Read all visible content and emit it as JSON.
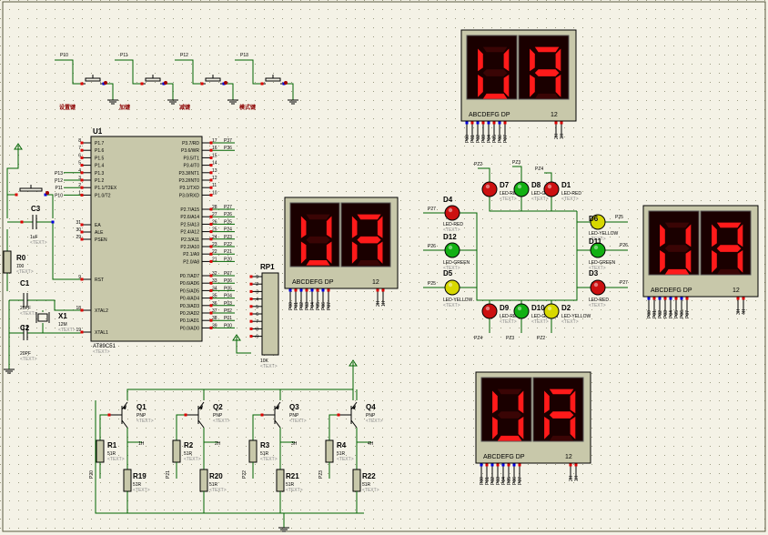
{
  "mcu": {
    "ref": "U1",
    "part": "AT89C51",
    "text": "<TEXT>",
    "left_pins": [
      {
        "num": "8",
        "name": "P1.7"
      },
      {
        "num": "7",
        "name": "P1.6"
      },
      {
        "num": "6",
        "name": "P1.5"
      },
      {
        "num": "5",
        "name": "P1.4"
      },
      {
        "num": "4",
        "name": "P1.3",
        "net": "P13"
      },
      {
        "num": "3",
        "name": "P1.2",
        "net": "P12"
      },
      {
        "num": "2",
        "name": "P1.1/T2EX",
        "net": "P11"
      },
      {
        "num": "1",
        "name": "P1.0/T2",
        "net": "P10"
      }
    ],
    "ctrl_pins": [
      {
        "num": "31",
        "name": "EA"
      },
      {
        "num": "30",
        "name": "ALE"
      },
      {
        "num": "29",
        "name": "PSEN"
      },
      {
        "num": "9",
        "name": "RST"
      },
      {
        "num": "18",
        "name": "XTAL2"
      },
      {
        "num": "19",
        "name": "XTAL1"
      }
    ],
    "right_pins_p3": [
      {
        "num": "17",
        "name": "P3.7/RD",
        "net": "P37"
      },
      {
        "num": "16",
        "name": "P3.6/WR",
        "net": "P36"
      },
      {
        "num": "15",
        "name": "P3.5/T1"
      },
      {
        "num": "14",
        "name": "P3.4/T0"
      },
      {
        "num": "13",
        "name": "P3.3/INT1"
      },
      {
        "num": "12",
        "name": "P3.2/INT0"
      },
      {
        "num": "11",
        "name": "P3.1/TXD"
      },
      {
        "num": "10",
        "name": "P3.0/RXD"
      }
    ],
    "right_pins_p2": [
      {
        "num": "28",
        "name": "P2.7/A15",
        "net": "P27"
      },
      {
        "num": "27",
        "name": "P2.6/A14",
        "net": "P26"
      },
      {
        "num": "26",
        "name": "P2.5/A13",
        "net": "P25"
      },
      {
        "num": "25",
        "name": "P2.4/A12",
        "net": "P24"
      },
      {
        "num": "24",
        "name": "P2.3/A11",
        "net": "P23"
      },
      {
        "num": "23",
        "name": "P2.2/A10",
        "net": "P22"
      },
      {
        "num": "22",
        "name": "P2.1/A9",
        "net": "P21"
      },
      {
        "num": "21",
        "name": "P2.0/A8",
        "net": "P20"
      }
    ],
    "right_pins_p0": [
      {
        "num": "32",
        "name": "P0.7/AD7",
        "net": "P07"
      },
      {
        "num": "33",
        "name": "P0.6/AD6",
        "net": "P06"
      },
      {
        "num": "34",
        "name": "P0.5/AD5",
        "net": "P05"
      },
      {
        "num": "35",
        "name": "P0.4/AD4",
        "net": "P04"
      },
      {
        "num": "36",
        "name": "P0.3/AD3",
        "net": "P03"
      },
      {
        "num": "37",
        "name": "P0.2/AD2",
        "net": "P02"
      },
      {
        "num": "38",
        "name": "P0.1/AD1",
        "net": "P01"
      },
      {
        "num": "39",
        "name": "P0.0/AD0",
        "net": "P00"
      }
    ]
  },
  "buttons": [
    {
      "net": "P10",
      "label": "设置键"
    },
    {
      "net": "P11",
      "label": "加键"
    },
    {
      "net": "P12",
      "label": "减键"
    },
    {
      "net": "P13",
      "label": "模式键"
    }
  ],
  "reset_cap": {
    "ref": "C3",
    "value": "1uF",
    "text": "<TEXT>"
  },
  "reset_res": {
    "ref": "R0",
    "value": "100",
    "text": "<TEXT>"
  },
  "c1": {
    "ref": "C1",
    "value": "20PF",
    "text": "<TEXT>"
  },
  "c2": {
    "ref": "C2",
    "value": "20PF",
    "text": "<TEXT>"
  },
  "crystal": {
    "ref": "X1",
    "value": "12M",
    "text": "<TEXT>"
  },
  "rp1": {
    "ref": "RP1",
    "value": "10K",
    "text": "<TEXT>",
    "pins": [
      "9",
      "2",
      "3",
      "4",
      "5",
      "6",
      "7",
      "8",
      "9"
    ]
  },
  "displays": [
    {
      "id": "top",
      "digits": [
        "U",
        "n"
      ],
      "caption": "ABCDEFG  DP",
      "pins": "12",
      "nets": [
        "P00",
        "P01",
        "P02",
        "P03",
        "P04",
        "P05",
        "P06",
        "P07"
      ],
      "com": [
        "2H",
        "1H"
      ]
    },
    {
      "id": "left",
      "digits": [
        "U",
        "n"
      ],
      "caption": "ABCDEFG  DP",
      "pins": "12",
      "nets": [
        "P00",
        "P01",
        "P02",
        "P03",
        "P04",
        "P05",
        "P06",
        "P07"
      ],
      "com": [
        "2H",
        "1H"
      ]
    },
    {
      "id": "right",
      "digits": [
        "U",
        "n"
      ],
      "caption": "ABCDEFG  DP",
      "pins": "12",
      "nets": [
        "P00",
        "P01",
        "P02",
        "P03",
        "P04",
        "P05",
        "P06",
        "P07"
      ],
      "com": [
        "3H",
        "4H"
      ]
    },
    {
      "id": "bottom",
      "digits": [
        "U",
        "n"
      ],
      "caption": "ABCDEFG  DP",
      "pins": "12",
      "nets": [
        "P00",
        "P01",
        "P02",
        "P03",
        "P04",
        "P05",
        "P06",
        "P07"
      ],
      "com": [
        "2H",
        "1H"
      ]
    }
  ],
  "leds": [
    {
      "ref": "D7",
      "type": "LED-RED",
      "net": "PZ2",
      "color": "#cc1010"
    },
    {
      "ref": "D8",
      "type": "LED-GREEN",
      "net": "PZ3",
      "color": "#12b012"
    },
    {
      "ref": "D1",
      "type": "LED-RED",
      "net": "PZ4",
      "color": "#cc1010"
    },
    {
      "ref": "D4",
      "type": "LED-RED",
      "net": "P27",
      "color": "#cc1010"
    },
    {
      "ref": "D12",
      "type": "LED-GREEN",
      "net": "P26",
      "color": "#12b012"
    },
    {
      "ref": "D5",
      "type": "LED-YELLOW",
      "net": "P25",
      "color": "#d8d800"
    },
    {
      "ref": "D6",
      "type": "LED-YELLOW",
      "net": "P25",
      "color": "#d8d800"
    },
    {
      "ref": "D11",
      "type": "LED-GREEN",
      "net": "P26",
      "color": "#12b012"
    },
    {
      "ref": "D3",
      "type": "LED-RED",
      "net": "P27",
      "color": "#cc1010"
    },
    {
      "ref": "D9",
      "type": "LED-RED",
      "net": "PZ4",
      "color": "#cc1010"
    },
    {
      "ref": "D10",
      "type": "LED-GREEN",
      "net": "PZ3",
      "color": "#12b012"
    },
    {
      "ref": "D2",
      "type": "LED-YELLOW",
      "net": "PZ2",
      "color": "#d8d800"
    }
  ],
  "transistors": [
    {
      "ref": "Q1",
      "type": "PNP",
      "text": "<TEXT>",
      "base_res": "R1",
      "base_val": "51R",
      "pull_res": "R19",
      "pull_val": "51R",
      "net": "1H",
      "side_net": "P20"
    },
    {
      "ref": "Q2",
      "type": "PNP",
      "text": "<TEXT>",
      "base_res": "R2",
      "base_val": "51R",
      "pull_res": "R20",
      "pull_val": "51R",
      "net": "2H",
      "side_net": "P21"
    },
    {
      "ref": "Q3",
      "type": "PNP",
      "text": "<TEXT>",
      "base_res": "R3",
      "base_val": "51R",
      "pull_res": "R21",
      "pull_val": "51R",
      "net": "3H",
      "side_net": "P22"
    },
    {
      "ref": "Q4",
      "type": "PNP",
      "text": "<TEXT>",
      "base_res": "R4",
      "base_val": "51R",
      "pull_res": "R22",
      "pull_val": "51R",
      "net": "4H",
      "side_net": "P23"
    }
  ],
  "colors": {
    "background": "#f4f2e6",
    "wire": "#006400",
    "body": "#c8c8aa",
    "display_bg": "#1a0000",
    "seg_on": "#ff1a1a",
    "seg_off": "#3a0505",
    "pin_red": "#e00000",
    "pin_blue": "#0000e0"
  }
}
